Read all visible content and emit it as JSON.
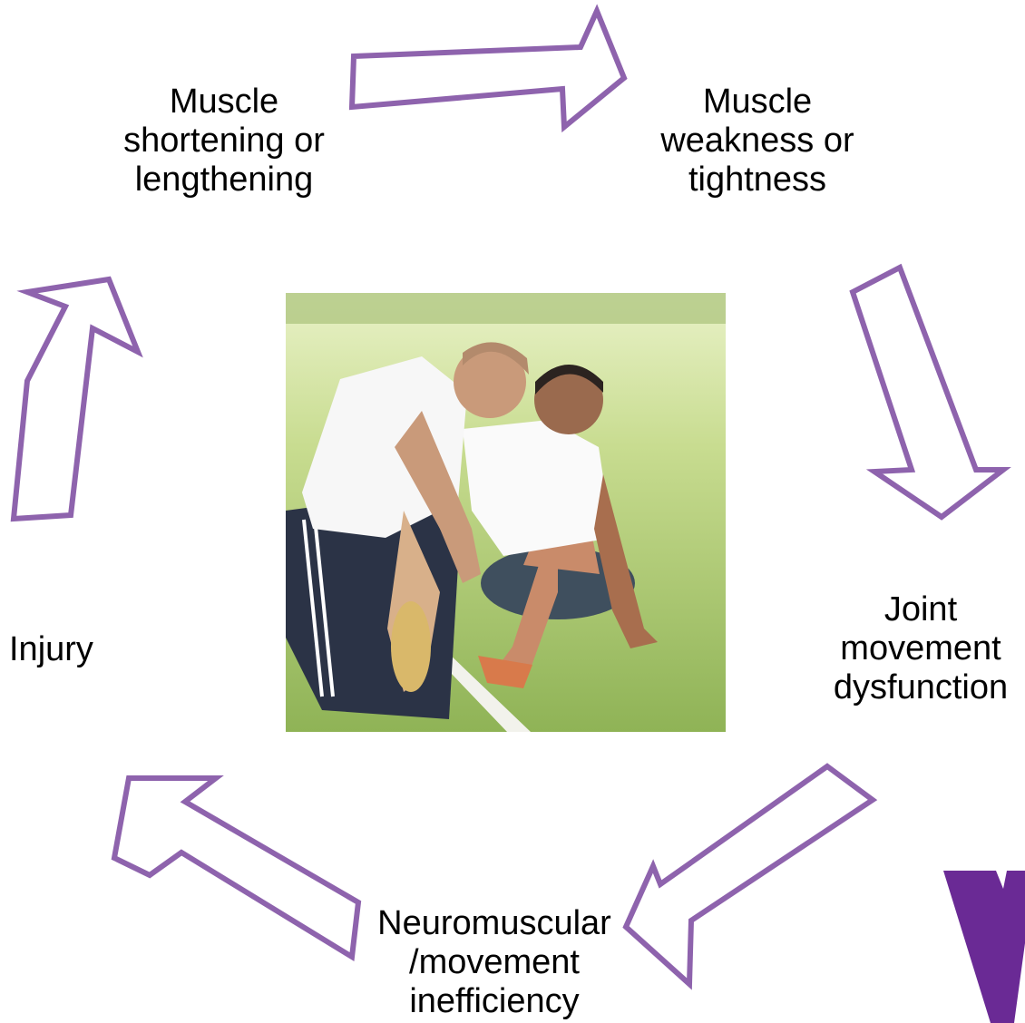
{
  "cycle": {
    "stages": [
      {
        "lines": [
          "Muscle",
          "shortening or",
          "lengthening"
        ]
      },
      {
        "lines": [
          "Muscle",
          "weakness or",
          "tightness"
        ]
      },
      {
        "lines": [
          "Joint",
          "movement",
          "dysfunction"
        ]
      },
      {
        "lines": [
          "Neuromuscular",
          "/movement",
          "inefficiency"
        ]
      },
      {
        "lines": [
          "Injury"
        ]
      }
    ]
  },
  "colors": {
    "arrow_stroke": "#8e63ad",
    "arrow_fill": "#ffffff",
    "logo": "#6a2a95",
    "text": "#000000"
  },
  "photo": {
    "subject": "athlete-helping-injured-player-on-grass-field"
  }
}
